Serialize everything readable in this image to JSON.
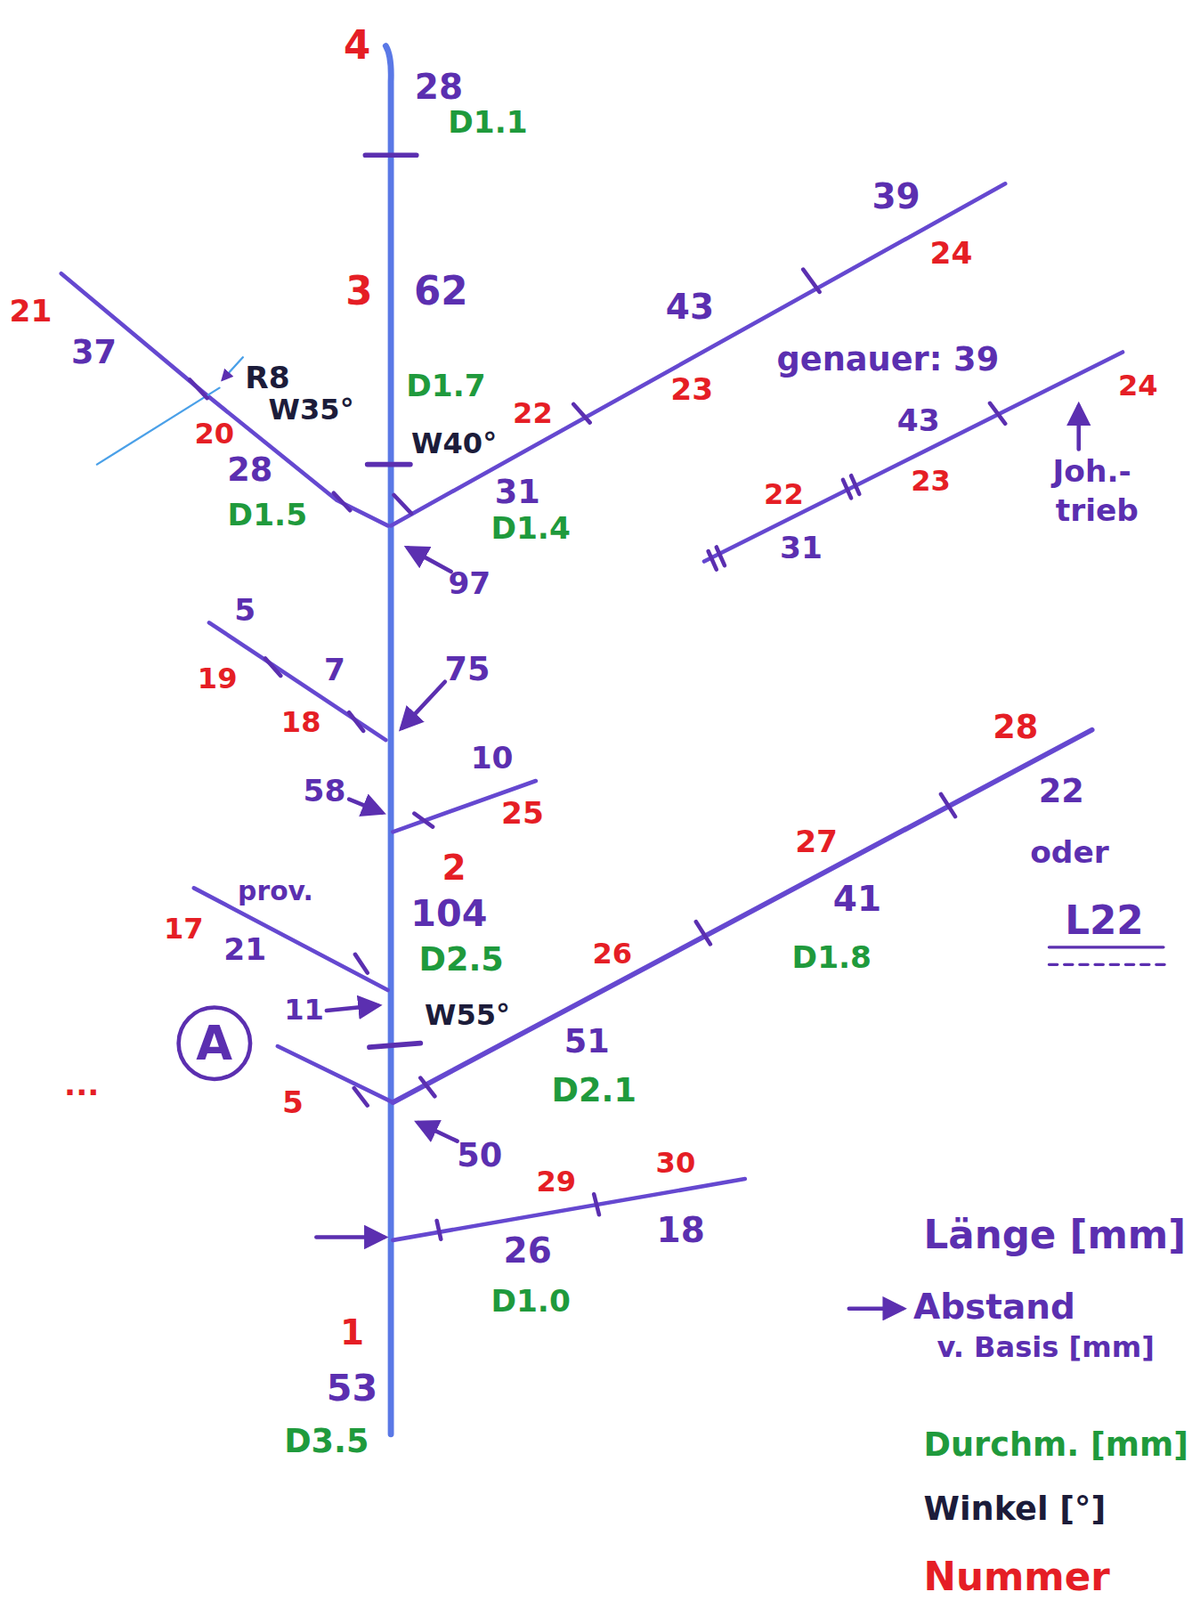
{
  "diagram": {
    "nodes": [
      {
        "text": [
          "A"
        ]
      }
    ],
    "labels": [
      "4",
      "28",
      "D1.1",
      "39",
      "24",
      "3",
      "62",
      "43",
      "21",
      "37",
      "genauer: 39",
      "R8",
      "24",
      "D1.7",
      "23",
      "W35°",
      "22",
      "W40°",
      "20",
      "43",
      "Joh.-",
      "trieb",
      "23",
      "22",
      "28",
      "31",
      "D1.5",
      "D1.4",
      "31",
      "97",
      "5",
      "75",
      "7",
      "19",
      "18",
      "28",
      "10",
      "22",
      "58",
      "25",
      "27",
      "oder",
      "2",
      "prov.",
      "41",
      "104",
      "L22",
      "17",
      "21",
      "26",
      "D2.5",
      "D1.8",
      "11",
      "W55°",
      "51",
      "...",
      "5",
      "D2.1",
      "50",
      "29",
      "30",
      "26",
      "18",
      "D1.0",
      "Länge [mm]",
      "Abstand",
      "v. Basis [mm]",
      "1",
      "53",
      "D3.5",
      "Durchm. [mm]",
      "Winkel [°]",
      "Nummer"
    ]
  }
}
